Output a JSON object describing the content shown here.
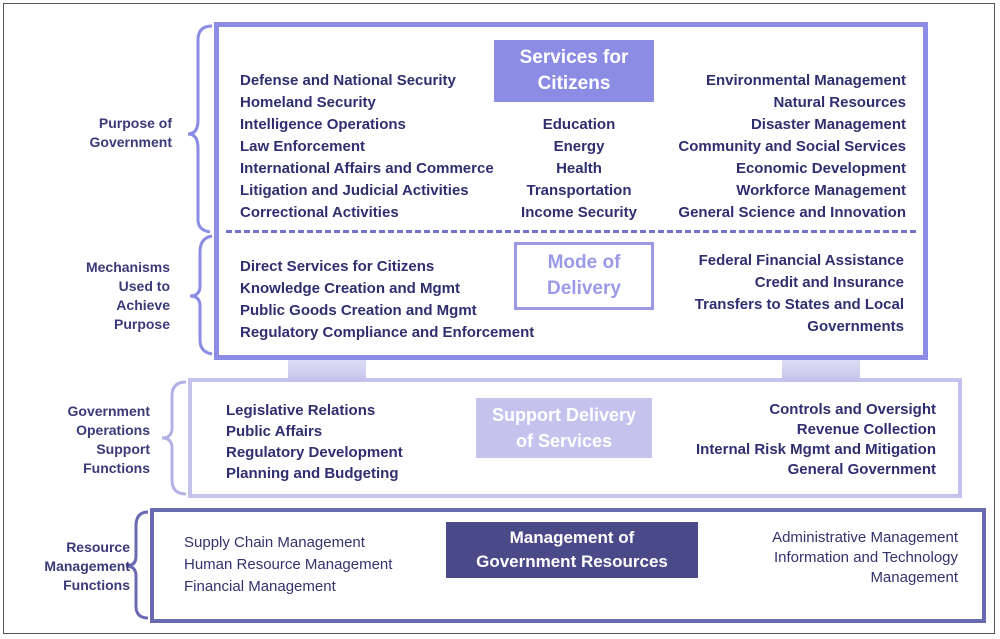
{
  "colors": {
    "box1_border": "#8c8ce4",
    "box2_border": "#c3c3ee",
    "box3_border": "#6a6ab2",
    "services_title_bg": "#8c8ce4",
    "support_title_bg": "#c3c3ee",
    "management_title_bg": "#4a4a88",
    "text": "#2f2f70"
  },
  "side_labels": {
    "purpose": [
      "Purpose of",
      "Government"
    ],
    "mechanisms": [
      "Mechanisms",
      "Used to",
      "Achieve",
      "Purpose"
    ],
    "operations": [
      "Government",
      "Operations",
      "Support",
      "Functions"
    ],
    "resource": [
      "Resource",
      "Management",
      "Functions"
    ]
  },
  "services": {
    "title": [
      "Services for",
      "Citizens"
    ],
    "left": [
      "Defense and National Security",
      "Homeland Security",
      "Intelligence Operations",
      "Law Enforcement",
      "International Affairs and Commerce",
      "Litigation and Judicial Activities",
      "Correctional Activities"
    ],
    "middle": [
      "Education",
      "Energy",
      "Health",
      "Transportation",
      "Income Security"
    ],
    "right": [
      "Environmental Management",
      "Natural Resources",
      "Disaster Management",
      "Community and Social Services",
      "Economic Development",
      "Workforce Management",
      "General Science and Innovation"
    ]
  },
  "delivery": {
    "title": [
      "Mode of",
      "Delivery"
    ],
    "left": [
      "Direct Services for Citizens",
      "Knowledge Creation and Mgmt",
      "Public Goods Creation and Mgmt",
      "Regulatory Compliance and Enforcement"
    ],
    "right": [
      "Federal Financial Assistance",
      "Credit and Insurance",
      "Transfers to States and Local",
      "Governments"
    ]
  },
  "support": {
    "title": [
      "Support Delivery",
      "of Services"
    ],
    "left": [
      "Legislative Relations",
      "Public Affairs",
      "Regulatory Development",
      "Planning and Budgeting"
    ],
    "right": [
      "Controls and Oversight",
      "Revenue Collection",
      "Internal Risk Mgmt and Mitigation",
      "General Government"
    ]
  },
  "management": {
    "title": [
      "Management of",
      "Government Resources"
    ],
    "left": [
      "Supply Chain Management",
      "Human Resource Management",
      "Financial Management"
    ],
    "right": [
      "Administrative Management",
      "Information and Technology",
      "Management"
    ]
  }
}
